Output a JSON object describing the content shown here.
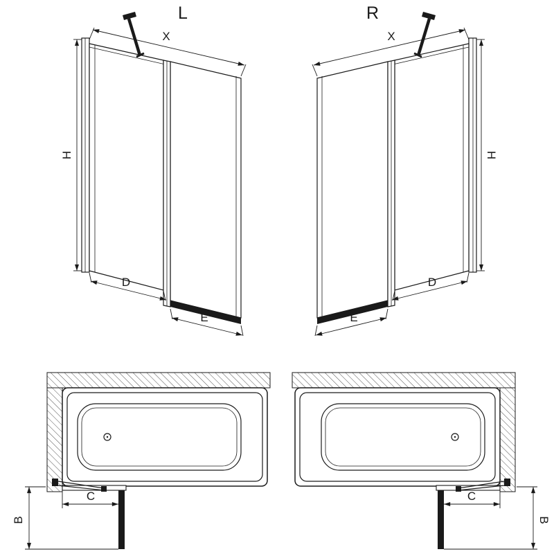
{
  "drawing": {
    "background": "#ffffff",
    "line_color": "#1a1a1a",
    "left_view": {
      "title": "L"
    },
    "right_view": {
      "title": "R"
    },
    "dims": {
      "total_width": "X",
      "height": "H",
      "fixed_panel": "D",
      "sliding_panel": "E",
      "swing_depth": "B",
      "hinge_offset": "C"
    }
  }
}
